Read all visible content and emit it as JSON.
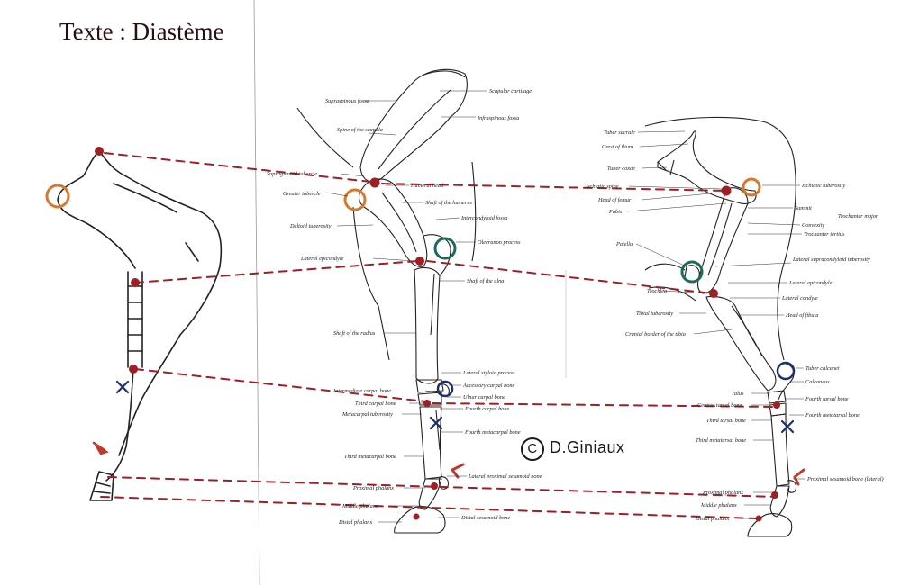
{
  "title": "Texte : Diastème",
  "copyright": "D.Giniaux",
  "colors": {
    "landmark_red": "#9e2024",
    "orange_circle": "#d9782b",
    "teal_circle": "#1e6b5e",
    "navy_circle": "#1f2f6b",
    "ink": "#222222"
  },
  "forelimb_labels": {
    "supraspinous_fossa": "Supraspinous fossa",
    "scapular_cartilage": "Scapular cartilage",
    "infraspinous_fossa": "Infraspinous fossa",
    "spine_of_scapula": "Spine of the scapula",
    "supraglenoid_tubercle": "Supraglenoid tubercle",
    "humeral_head": "Humeral head",
    "greater_tubercle": "Greater tubercle",
    "shaft_of_humerus": "Shaft of the humerus",
    "deltoid_tuberosity": "Deltoid tuberosity",
    "intercondyloid_fossa": "Intercondyloid fossa",
    "olecranon_process": "Olecranon process",
    "lateral_epicondyle": "Lateral epicondyle",
    "shaft_of_ulna": "Shaft of the ulna",
    "shaft_of_radius": "Shaft of the radius",
    "lateral_styloid_process": "Lateral styloid process",
    "accessory_carpal_bone": "Accessory carpal bone",
    "intermediate_carpal_bone": "Intermediate carpal bone",
    "ulnar_carpal_bone": "Ulnar carpal bone",
    "third_carpal_bone": "Third carpal bone",
    "fourth_carpal_bone": "Fourth carpal bone",
    "metacarpal_tuberosity": "Metacarpal tuberosity",
    "fourth_metacarpal_bone": "Fourth metacarpal bone",
    "third_metacarpal_bone": "Third metacarpal bone",
    "lateral_proximal_sesamoid": "Lateral proximal sesamoid bone",
    "proximal_phalanx": "Proximal phalanx",
    "middle_phalanx": "Middle phalanx",
    "distal_sesamoid": "Distal sesamoid bone",
    "distal_phalanx": "Distal phalanx"
  },
  "hindlimb_labels": {
    "tuber_sacrale": "Tuber sacrale",
    "crest_of_ilium": "Crest of ilium",
    "tuber_coxae": "Tuber coxae",
    "ischiatic_spine": "Ischiatic spine",
    "ischiatic_tuberosity": "Ischiatic tuberosity",
    "head_of_femur": "Head of femur",
    "summit": "Summit",
    "pubis": "Pubis",
    "convexity": "Convexity",
    "trochanter_major": "Trochanter major",
    "trochanter_tertius": "Trochanter tertius",
    "patella": "Patella",
    "lateral_supracondyloid_tuberosity": "Lateral supracondyloid tuberosity",
    "lateral_epicondyle": "Lateral epicondyle",
    "trochlea": "Trochlea",
    "lateral_condyle": "Lateral condyle",
    "tibial_tuberosity": "Tibial tuberosity",
    "head_of_fibula": "Head of fibula",
    "cranial_border_tibia": "Cranial border of the tibia",
    "tuber_calcanei": "Tuber calcanei",
    "calcaneus": "Calcaneus",
    "talus": "Talus",
    "central_tarsal_bone": "Central tarsal bone",
    "fourth_tarsal_bone": "Fourth tarsal bone",
    "third_tarsal_bone": "Third tarsal bone",
    "fourth_metatarsal_bone": "Fourth metatarsal bone",
    "third_metatarsal_bone": "Third metatarsal bone",
    "proximal_phalanx": "Proximal phalanx",
    "proximal_sesamoid_lateral": "Proximal sesamoid bone (lateral)",
    "middle_phalanx": "Middle phalanx",
    "distal_phalanx": "Distal phalanx"
  }
}
